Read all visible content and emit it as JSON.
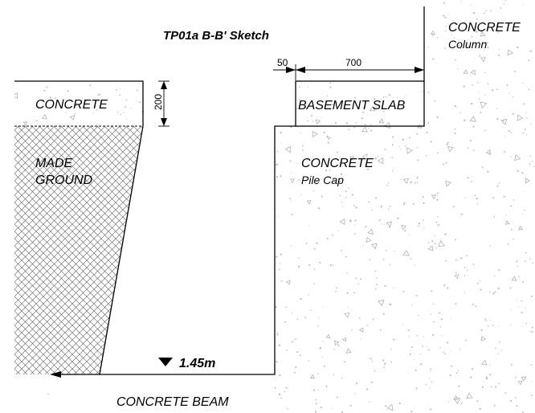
{
  "title": "TP01a B-B' Sketch",
  "labels": {
    "concrete_left": "CONCRETE",
    "made_ground_line1": "MADE",
    "made_ground_line2": "GROUND",
    "basement_slab": "BASEMENT SLAB",
    "pile_cap_line1": "CONCRETE",
    "pile_cap_line2": "Pile Cap",
    "column_line1": "CONCRETE",
    "column_line2": "Column",
    "concrete_beam": "CONCRETE BEAM"
  },
  "dimensions": {
    "slab_thickness": "200",
    "offset": "50",
    "slab_width": "700"
  },
  "level": {
    "value": "1.45m"
  },
  "colors": {
    "line": "#000000",
    "hatch": "#555555",
    "speckle": "#b5b5b5"
  },
  "icons": {
    "level_marker": "down-triangle-icon"
  }
}
